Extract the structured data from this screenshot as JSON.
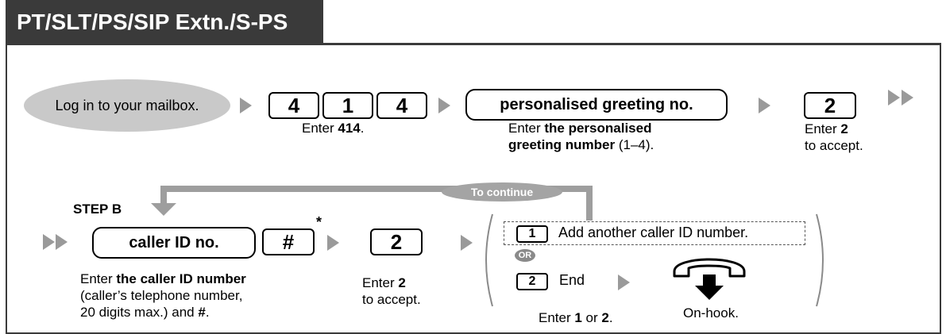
{
  "header": {
    "title": "PT/SLT/PS/SIP Extn./S-PS"
  },
  "row1": {
    "start": "Log in to your mailbox.",
    "keys": [
      "4",
      "1",
      "4"
    ],
    "enter_414": {
      "pre": "Enter ",
      "bold": "414",
      "post": "."
    },
    "greeting_box": "personalised greeting no.",
    "greeting_caption": {
      "pre": "Enter ",
      "bold1": "the personalised",
      "bold2": "greeting number",
      "post": " (1–4)."
    },
    "accept_key": "2",
    "accept_caption": {
      "pre": "Enter ",
      "bold": "2",
      "line2": "to accept."
    }
  },
  "continue_label": "To continue",
  "row2": {
    "step_label": "STEP B",
    "callerid_box": "caller ID no.",
    "hash_key": "#",
    "asterisk": "*",
    "callerid_caption": {
      "pre": "Enter ",
      "bold": "the caller ID number",
      "line2": "(caller’s telephone number,",
      "line3": "20 digits max.) and ",
      "bold3": "#",
      "post3": "."
    },
    "accept_key": "2",
    "accept_caption": {
      "pre": "Enter ",
      "bold": "2",
      "line2": "to accept."
    },
    "option1_key": "1",
    "option1_label": "Add another caller ID number.",
    "or_label": "OR",
    "option2_key": "2",
    "option2_label": "End",
    "options_caption": {
      "pre": "Enter ",
      "bold1": "1",
      "mid": " or ",
      "bold2": "2",
      "post": "."
    },
    "onhook_caption": "On-hook."
  }
}
